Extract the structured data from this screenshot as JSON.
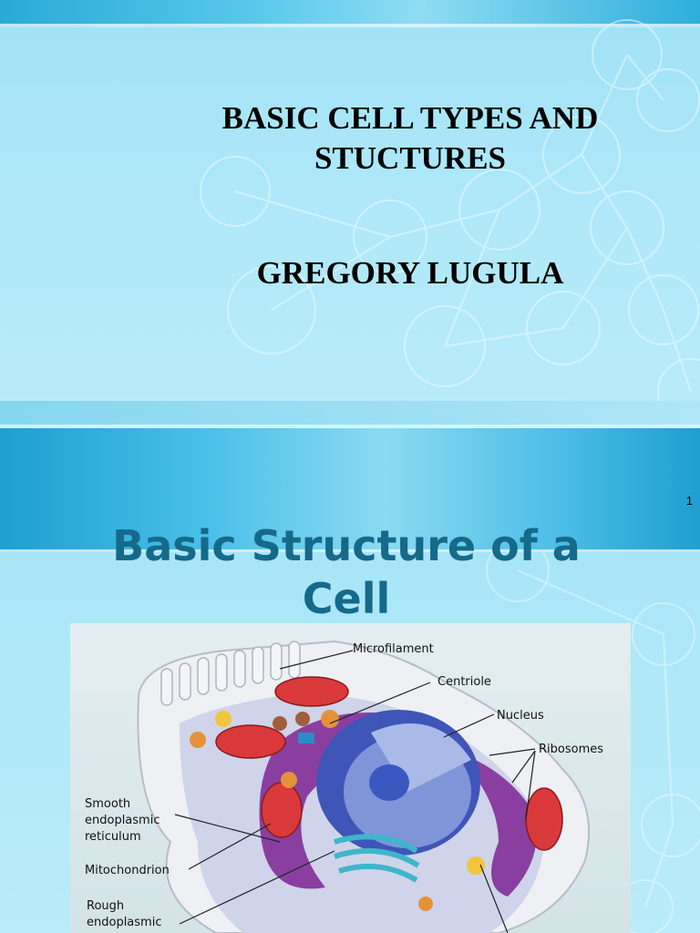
{
  "slide1": {
    "title_line1": "BASIC CELL TYPES AND",
    "title_line2": "STUCTURES",
    "author": "GREGORY LUGULA",
    "page_number": "1"
  },
  "slide2": {
    "title_line1": "Basic Structure of a",
    "title_line2": "Cell",
    "diagram_labels": {
      "microfilament": "Microfilament",
      "centriole": "Centriole",
      "nucleus": "Nucleus",
      "ribosomes": "Ribosomes",
      "smooth_er_1": "Smooth",
      "smooth_er_2": "endoplasmic",
      "smooth_er_3": "reticulum",
      "mitochondrion": "Mitochondrion",
      "rough_er_1": "Rough",
      "rough_er_2": "endoplasmic"
    }
  },
  "colors": {
    "slide_bg": "#aee8f8",
    "band": "#2aa9d6",
    "slide2_title": "#156a8a"
  }
}
